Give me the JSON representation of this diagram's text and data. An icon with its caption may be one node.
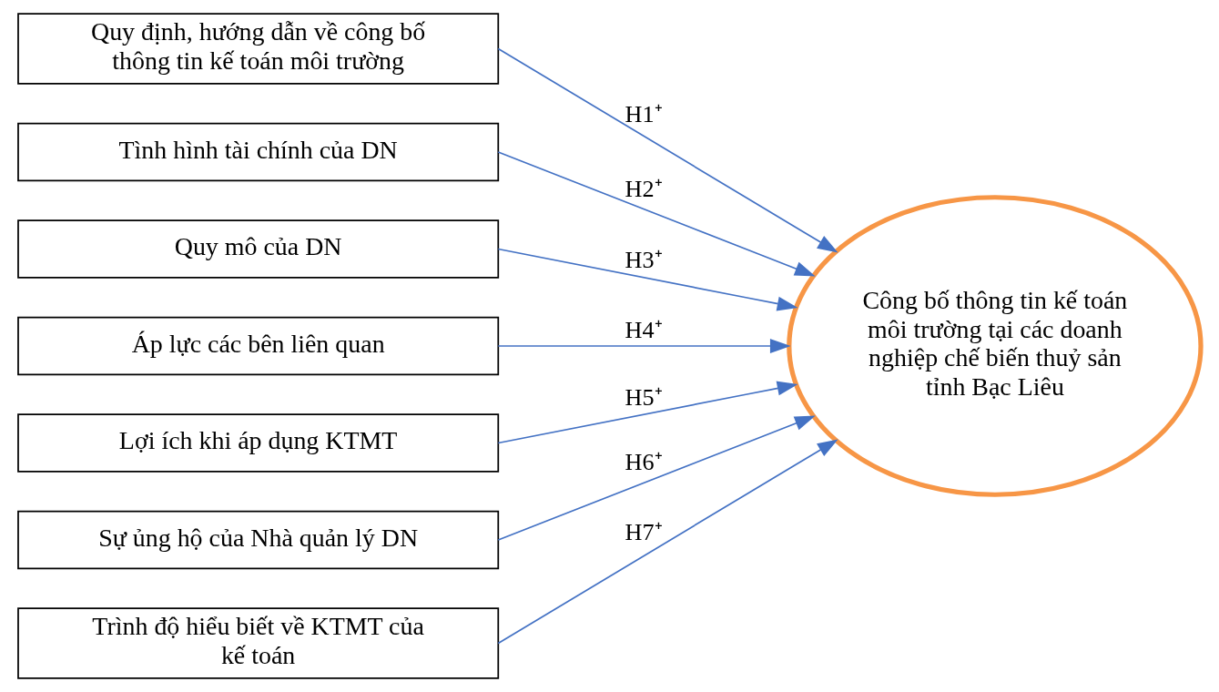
{
  "diagram": {
    "nodes": [
      {
        "text": [
          "Quy định, hướng dẫn về công bố thông tin kế toán môi trường"
        ]
      },
      {
        "text": [
          "Tình hình tài chính của DN"
        ]
      },
      {
        "text": [
          "Quy mô của DN"
        ]
      },
      {
        "text": [
          "Áp lực các bên liên quan"
        ]
      },
      {
        "text": [
          "Lợi ích khi áp dụng KTMT"
        ]
      },
      {
        "text": [
          "Sự ủng hộ của Nhà quản lý DN"
        ]
      },
      {
        "text": [
          "Trình độ hiểu biết về KTMT của kế toán"
        ]
      },
      {
        "text": [
          "Công bố thông tin kế toán môi trường tại các doanh nghiệp chế biến thuỷ sản tỉnh Bạc Liêu"
        ]
      }
    ],
    "edges": [
      {
        "from": 0,
        "to": 7,
        "arrow": "to",
        "label": "H1⁺"
      },
      {
        "from": 1,
        "to": 7,
        "arrow": "to",
        "label": "H2⁺"
      },
      {
        "from": 2,
        "to": 7,
        "arrow": "to",
        "label": "H3⁺"
      },
      {
        "from": 3,
        "to": 7,
        "arrow": "to",
        "label": "H4⁺"
      },
      {
        "from": 4,
        "to": 7,
        "arrow": "to",
        "label": "H5⁺"
      },
      {
        "from": 5,
        "to": 7,
        "arrow": "to",
        "label": "H6⁺"
      },
      {
        "from": 6,
        "to": 7,
        "arrow": "to",
        "label": "H7⁺"
      }
    ]
  }
}
